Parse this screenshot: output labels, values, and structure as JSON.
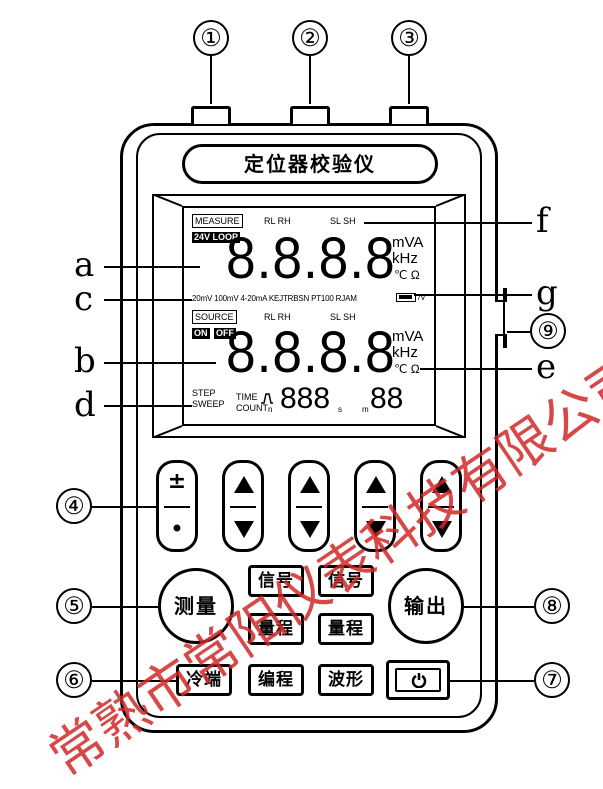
{
  "device": {
    "title": "定位器校验仪",
    "callouts": {
      "n1": "①",
      "n2": "②",
      "n3": "③",
      "n4": "④",
      "n5": "⑤",
      "n6": "⑥",
      "n7": "⑦",
      "n8": "⑧",
      "n9": "⑨"
    },
    "letters": {
      "a": "a",
      "b": "b",
      "c": "c",
      "d": "d",
      "e": "e",
      "f": "f",
      "g": "g"
    }
  },
  "lcd": {
    "measure_tag": "MEASURE",
    "loop_tag": "24V LOOP",
    "rl_rh_top": "RL  RH",
    "sl_sh_top": "SL  SH",
    "digits_top": "8.8.8.8",
    "unit_mva_top": "mVA",
    "unit_khz_top": "kHz",
    "unit_temp_top": "℃ Ω",
    "range_row": "20mV   100mV   4-20mA  KEJTRBSN  PT100   RJAM",
    "battery_extra": "/V",
    "source_tag": "SOURCE",
    "on_tag": "ON",
    "off_tag": "OFF",
    "rl_rh_bottom": "RL  RH",
    "sl_sh_bottom": "SL  SH",
    "digits_bottom": "8.8.8.8",
    "unit_mva_bottom": "mVA",
    "unit_khz_bottom": "kHz",
    "unit_temp_bottom": "℃ Ω",
    "step": "STEP",
    "sweep": "SWEEP",
    "time": "TIME",
    "count": "COUNT",
    "n_sub": "n",
    "small_digits": "888",
    "s_sub": "s",
    "m_sub": "m",
    "tiny_digits": "88"
  },
  "buttons": {
    "plus_minus": "±",
    "dot": "•",
    "measure": "测量",
    "signal_1": "信号",
    "signal_2": "信号",
    "range_1": "量程",
    "range_2": "量程",
    "output": "输出",
    "cold_junction": "冷端",
    "program": "编程",
    "waveform": "波形",
    "power_icon": "power-icon"
  },
  "watermark": "常熟市常阳仪表科技有限公司",
  "colors": {
    "watermark": "#d12a2a",
    "ink": "#000000"
  }
}
